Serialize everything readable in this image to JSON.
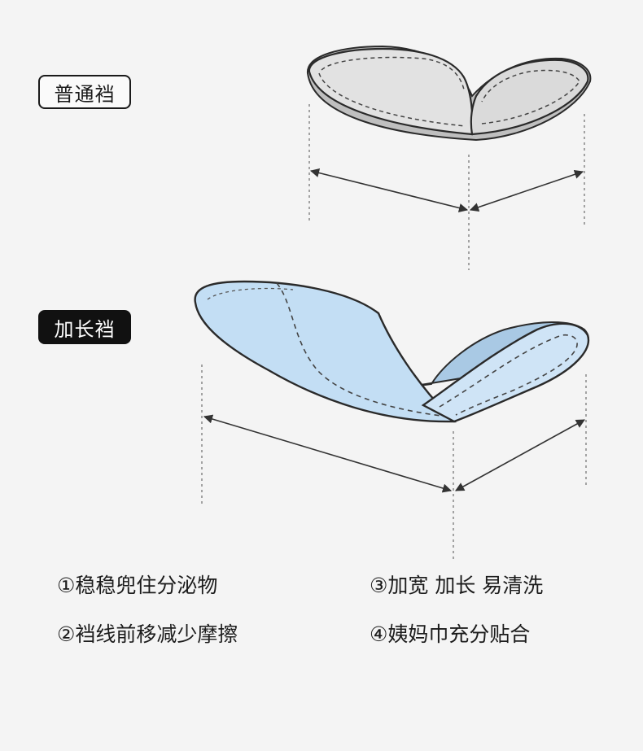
{
  "tags": {
    "normal": "普通裆",
    "long": "加长裆"
  },
  "features": [
    "①稳稳兜住分泌物",
    "②裆线前移减少摩擦",
    "③加宽 加长 易清洗",
    "④姨妈巾充分贴合"
  ],
  "colors": {
    "normal_fill": "#d9d9d9",
    "long_fill": "#bcdaf2",
    "outline": "#2a2a2a",
    "background": "#f4f4f4"
  }
}
